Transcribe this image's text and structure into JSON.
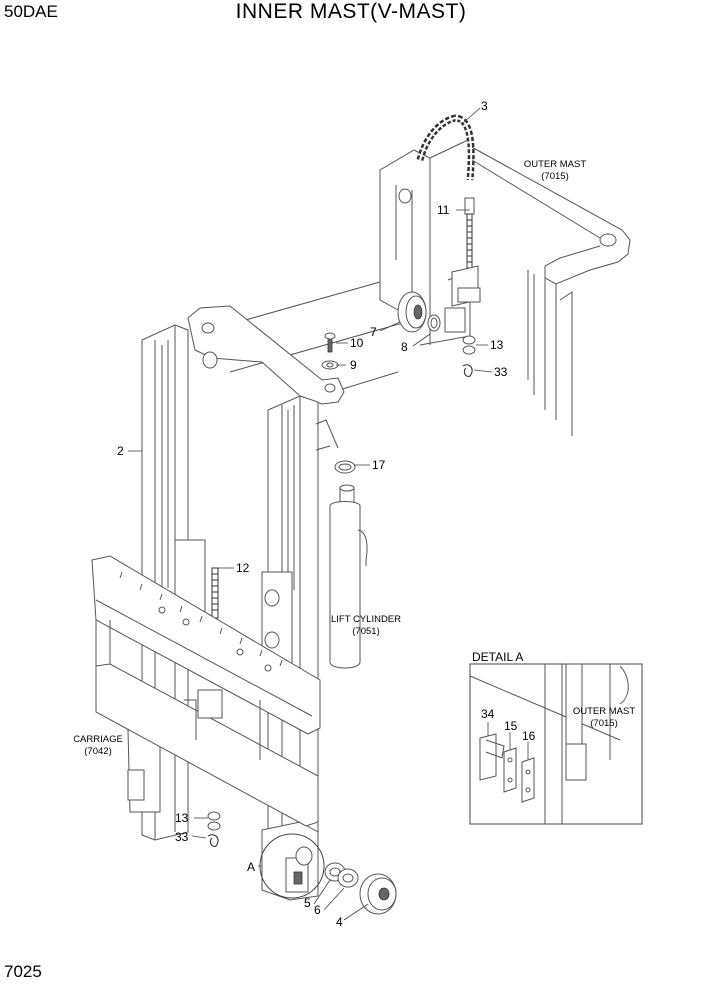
{
  "header": {
    "model": "50DAE",
    "title": "INNER MAST(V-MAST)"
  },
  "footer": {
    "page_number": "7025"
  },
  "labels": {
    "outer_mast_top": [
      "OUTER MAST",
      "(7015)"
    ],
    "lift_cylinder": [
      "LIFT CYLINDER",
      "(7051)"
    ],
    "carriage": [
      "CARRIAGE",
      "(7042)"
    ],
    "detail_title": "DETAIL A",
    "outer_mast_detail": [
      "OUTER MAST",
      "(7015)"
    ],
    "detail_marker": "A"
  },
  "callouts": {
    "c3": "3",
    "c11": "11",
    "c7": "7",
    "c8": "8",
    "c10": "10",
    "c9": "9",
    "c13a": "13",
    "c33a": "33",
    "c2": "2",
    "c17": "17",
    "c12": "12",
    "c13b": "13",
    "c33b": "33",
    "c5": "5",
    "c6": "6",
    "c4": "4",
    "c34": "34",
    "c15": "15",
    "c16": "16"
  }
}
